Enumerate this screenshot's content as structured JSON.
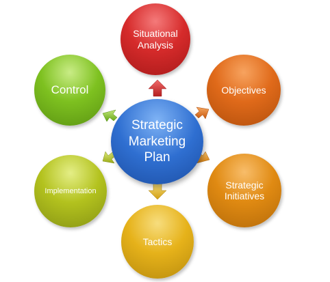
{
  "diagram": {
    "center": {
      "label": "Strategic Marketing Plan",
      "color": "#2f6fd1"
    },
    "nodes": [
      {
        "key": "situational",
        "label": "Situational Analysis",
        "color": "#d62b2b"
      },
      {
        "key": "objectives",
        "label": "Objectives",
        "color": "#e06a1a"
      },
      {
        "key": "initiatives",
        "label": "Strategic Initiatives",
        "color": "#e08a12"
      },
      {
        "key": "tactics",
        "label": "Tactics",
        "color": "#e6b21a"
      },
      {
        "key": "implementation",
        "label": "Implementation",
        "color": "#b3c21e"
      },
      {
        "key": "control",
        "label": "Control",
        "color": "#7ec120"
      }
    ]
  }
}
